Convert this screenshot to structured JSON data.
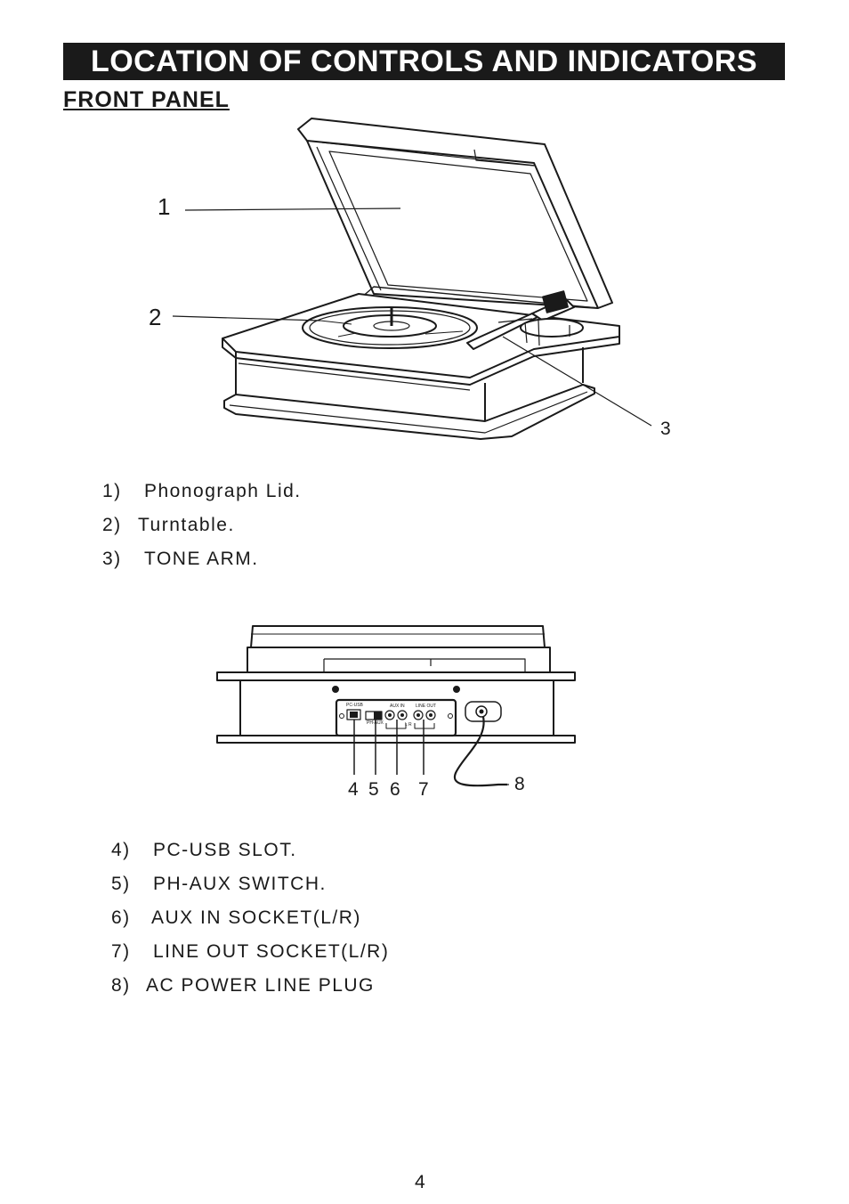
{
  "header": {
    "title": "LOCATION OF CONTROLS AND INDICATORS",
    "section": "FRONT PANEL"
  },
  "front_figure": {
    "callouts": [
      "1",
      "2",
      "3"
    ]
  },
  "front_items": [
    {
      "num": "1)",
      "label": "Phonograph Lid."
    },
    {
      "num": "2)",
      "label": "Turntable."
    },
    {
      "num": "3)",
      "label": "TONE ARM."
    }
  ],
  "rear_figure": {
    "panel_labels": {
      "pc_usb": "PC-USB",
      "ph_aux": "PH-AUX",
      "aux_in": "AUX IN",
      "line_out": "LINE OUT",
      "lr": "L  R"
    },
    "callouts": [
      "4",
      "5",
      "6",
      "7",
      "8"
    ]
  },
  "rear_items": [
    {
      "num": "4)",
      "label": "PC-USB SLOT."
    },
    {
      "num": "5)",
      "label": "PH-AUX SWITCH."
    },
    {
      "num": "6)",
      "label": "AUX IN SOCKET(L/R)"
    },
    {
      "num": "7)",
      "label": "LINE OUT SOCKET(L/R)"
    },
    {
      "num": "8)",
      "label": "AC POWER LINE PLUG"
    }
  ],
  "footer": {
    "page_number": "4"
  }
}
